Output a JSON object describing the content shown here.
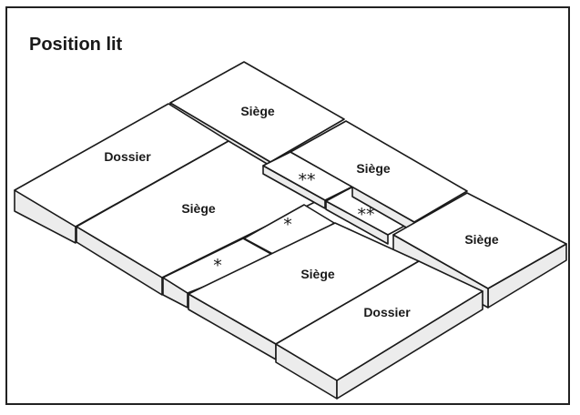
{
  "title": "Position lit",
  "cushions": {
    "seat_back_left": "Siège",
    "back_left": "Dossier",
    "seat_mid_left": "Siège",
    "seat_mid_right": "Siège",
    "seat_right": "Siège",
    "seat_front": "Siège",
    "back_front": "Dossier"
  },
  "markers": {
    "double_a": "**",
    "double_b": "**",
    "single_a": "*",
    "single_b": "*"
  }
}
